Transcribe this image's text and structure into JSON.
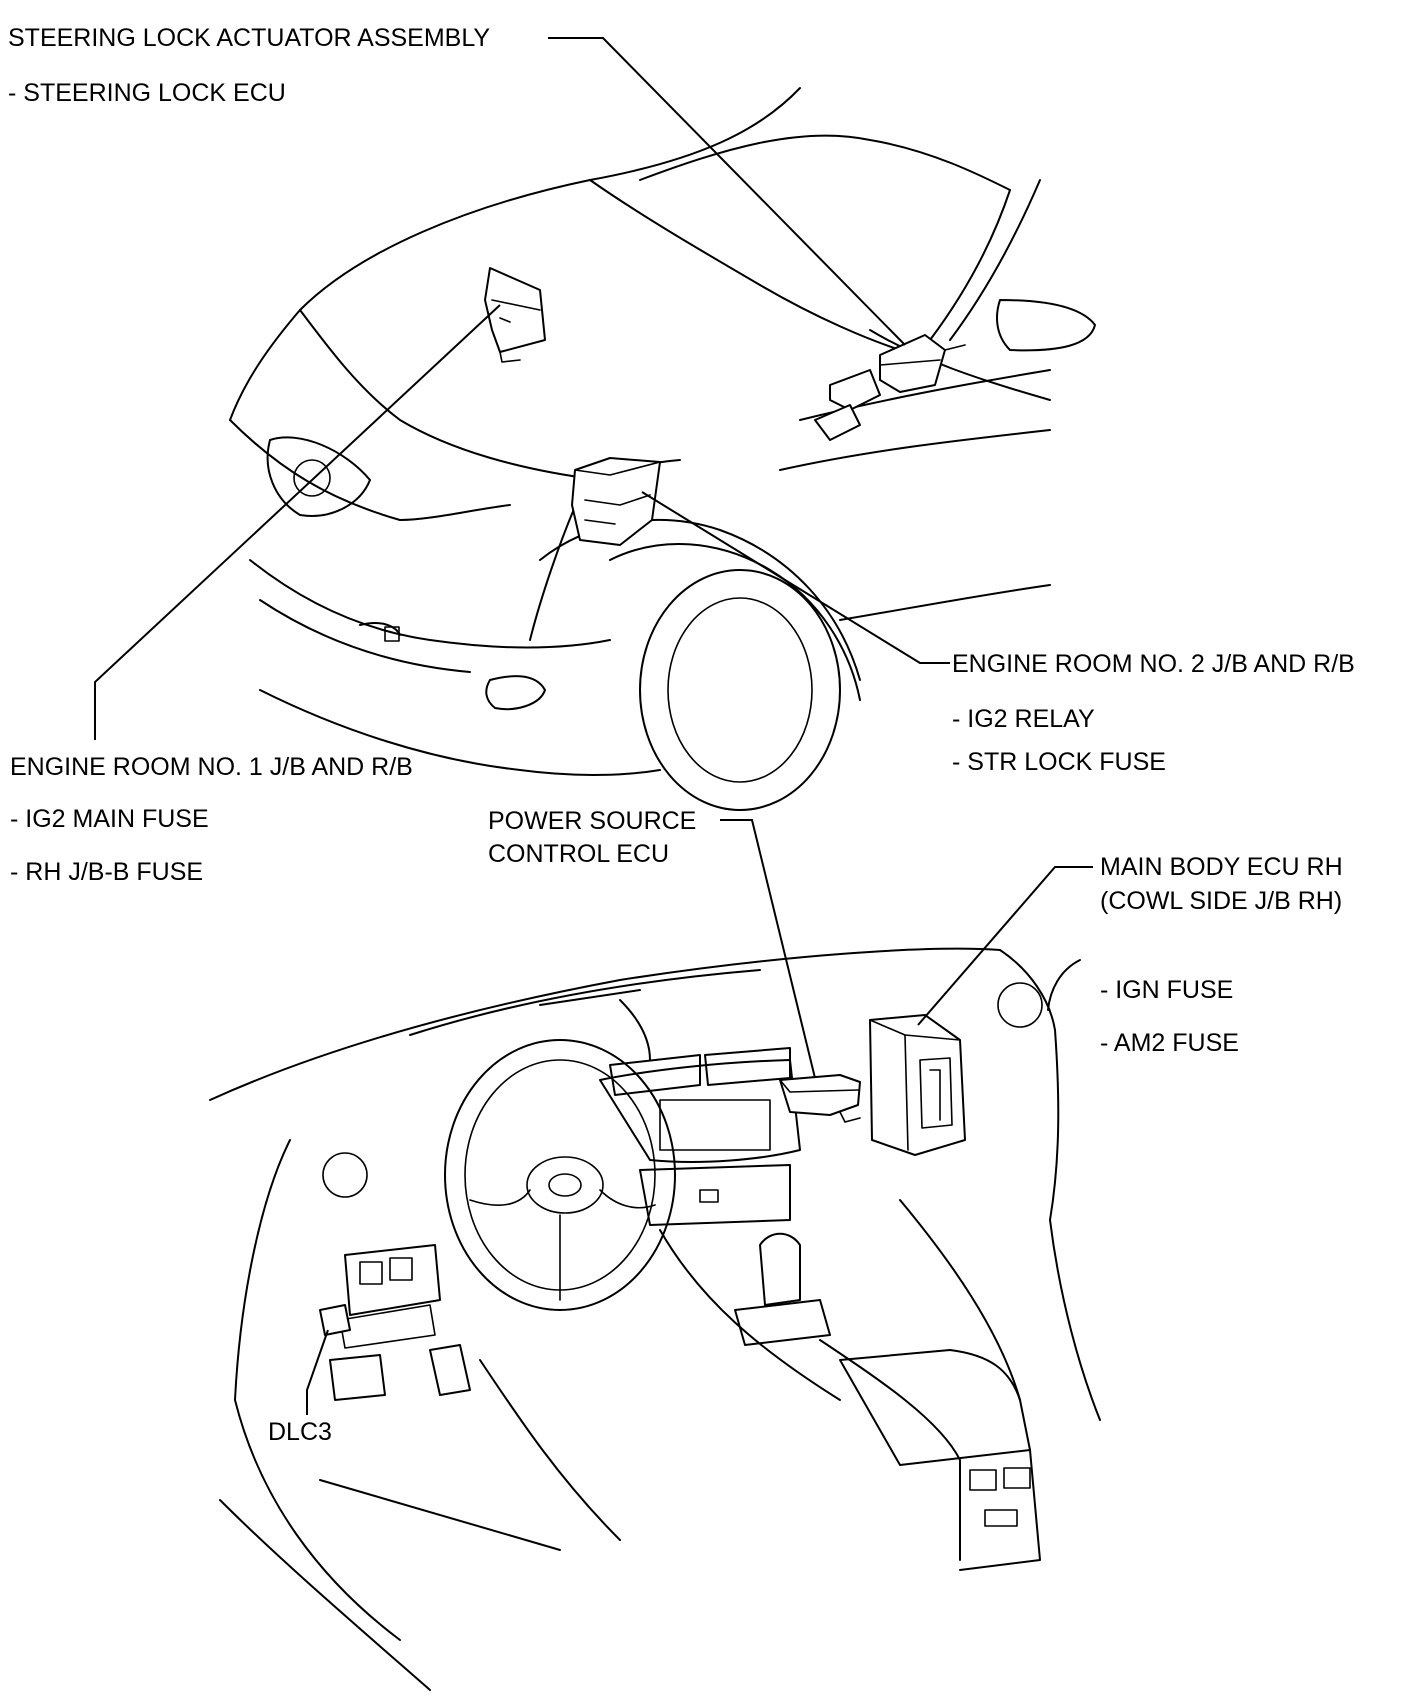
{
  "labels": {
    "steering_lock_title": "STEERING LOCK ACTUATOR ASSEMBLY",
    "steering_lock_ecu": "- STEERING LOCK ECU",
    "er2_title": "ENGINE ROOM NO. 2 J/B AND R/B",
    "er2_ig2_relay": "- IG2 RELAY",
    "er2_str_lock_fuse": "- STR LOCK FUSE",
    "er1_title": "ENGINE ROOM NO. 1 J/B AND R/B",
    "er1_ig2_main_fuse": "- IG2 MAIN FUSE",
    "er1_rh_jb_b_fuse": "- RH J/B-B FUSE",
    "power_source_line1": "POWER SOURCE",
    "power_source_line2": "CONTROL ECU",
    "main_body_line1": "MAIN BODY ECU RH",
    "main_body_line2": "(COWL SIDE J/B RH)",
    "main_body_ign_fuse": "- IGN FUSE",
    "main_body_am2_fuse": "- AM2 FUSE",
    "dlc3": "DLC3"
  }
}
